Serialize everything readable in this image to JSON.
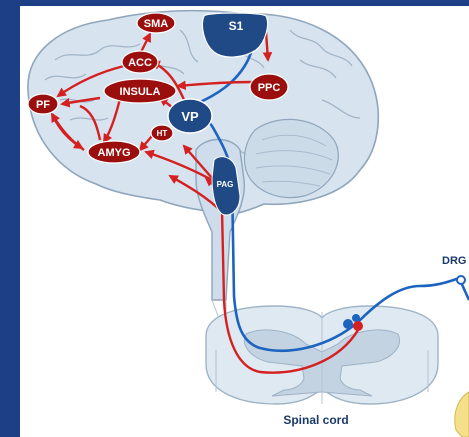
{
  "diagram": {
    "labels": {
      "s1": "S1",
      "sma": "SMA",
      "acc": "ACC",
      "insula": "INSULA",
      "ppc": "PPC",
      "pf": "PF",
      "vp": "VP",
      "ht": "HT",
      "amyg": "AMYG",
      "pag": "PAG",
      "drg": "DRG",
      "spinal_cord": "Spinal cord"
    },
    "colors": {
      "background_frame": "#1d3f86",
      "panel": "#ffffff",
      "brain_fill": "#d7e3ee",
      "brain_outline": "#8fa6bc",
      "red_nodes": "#9b0e0e",
      "red_pathway": "#d42020",
      "blue_nodes": "#1f4a86",
      "blue_pathway": "#1d63c0",
      "drg_label": "#1b3a6b",
      "ganglion": "#f4e08a"
    }
  }
}
